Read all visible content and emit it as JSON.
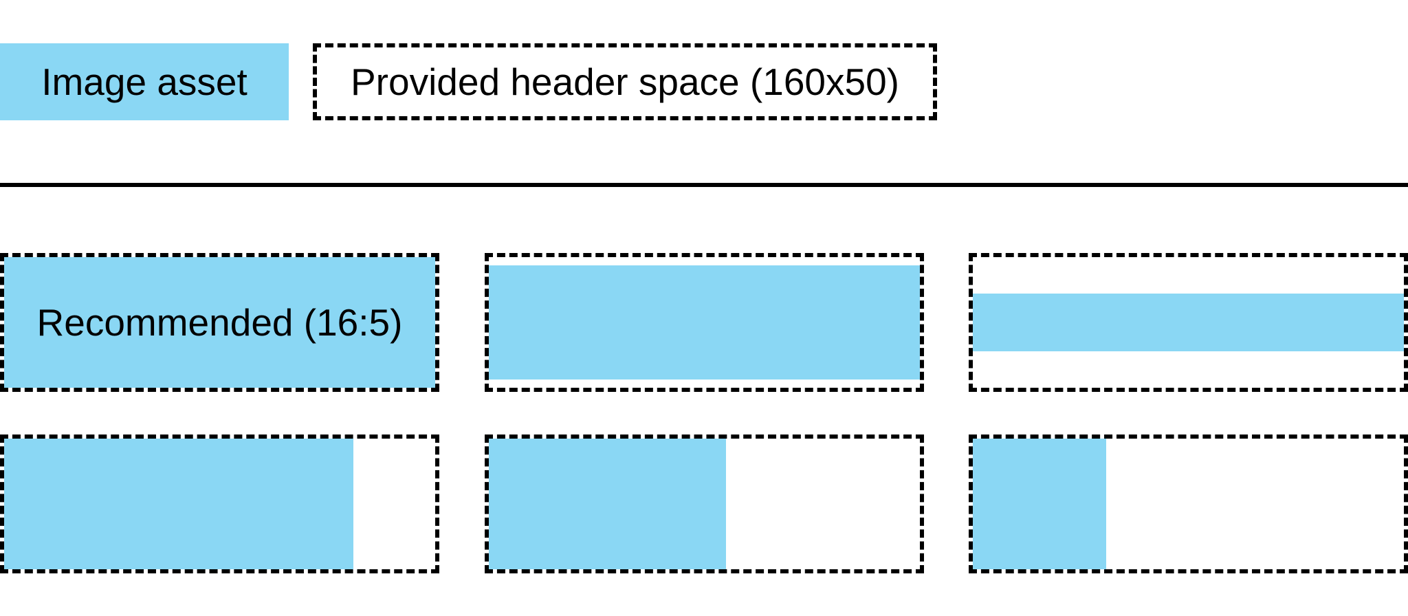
{
  "colors": {
    "asset_blue": "#8ad7f4",
    "border_black": "#000000",
    "text_black": "#000000",
    "background": "#ffffff"
  },
  "legend": {
    "image_asset_label": "Image asset",
    "header_space_label": "Provided header space (160x50)"
  },
  "examples": {
    "boxes": [
      {
        "name": "recommended-16-5",
        "label": "Recommended (16:5)",
        "fill": {
          "width_pct": 100,
          "height_pct": 100
        }
      },
      {
        "name": "wide-asset",
        "fill": {
          "width_pct": 100,
          "height_pct": 87
        }
      },
      {
        "name": "extra-wide-asset",
        "fill": {
          "width_pct": 100,
          "height_pct": 44
        }
      },
      {
        "name": "tall-asset",
        "fill": {
          "width_pct": 81,
          "height_pct": 100
        }
      },
      {
        "name": "extra-tall-asset",
        "fill": {
          "width_pct": 55,
          "height_pct": 100
        }
      },
      {
        "name": "square-asset",
        "fill": {
          "width_pct": 31,
          "height_pct": 100
        }
      }
    ]
  }
}
